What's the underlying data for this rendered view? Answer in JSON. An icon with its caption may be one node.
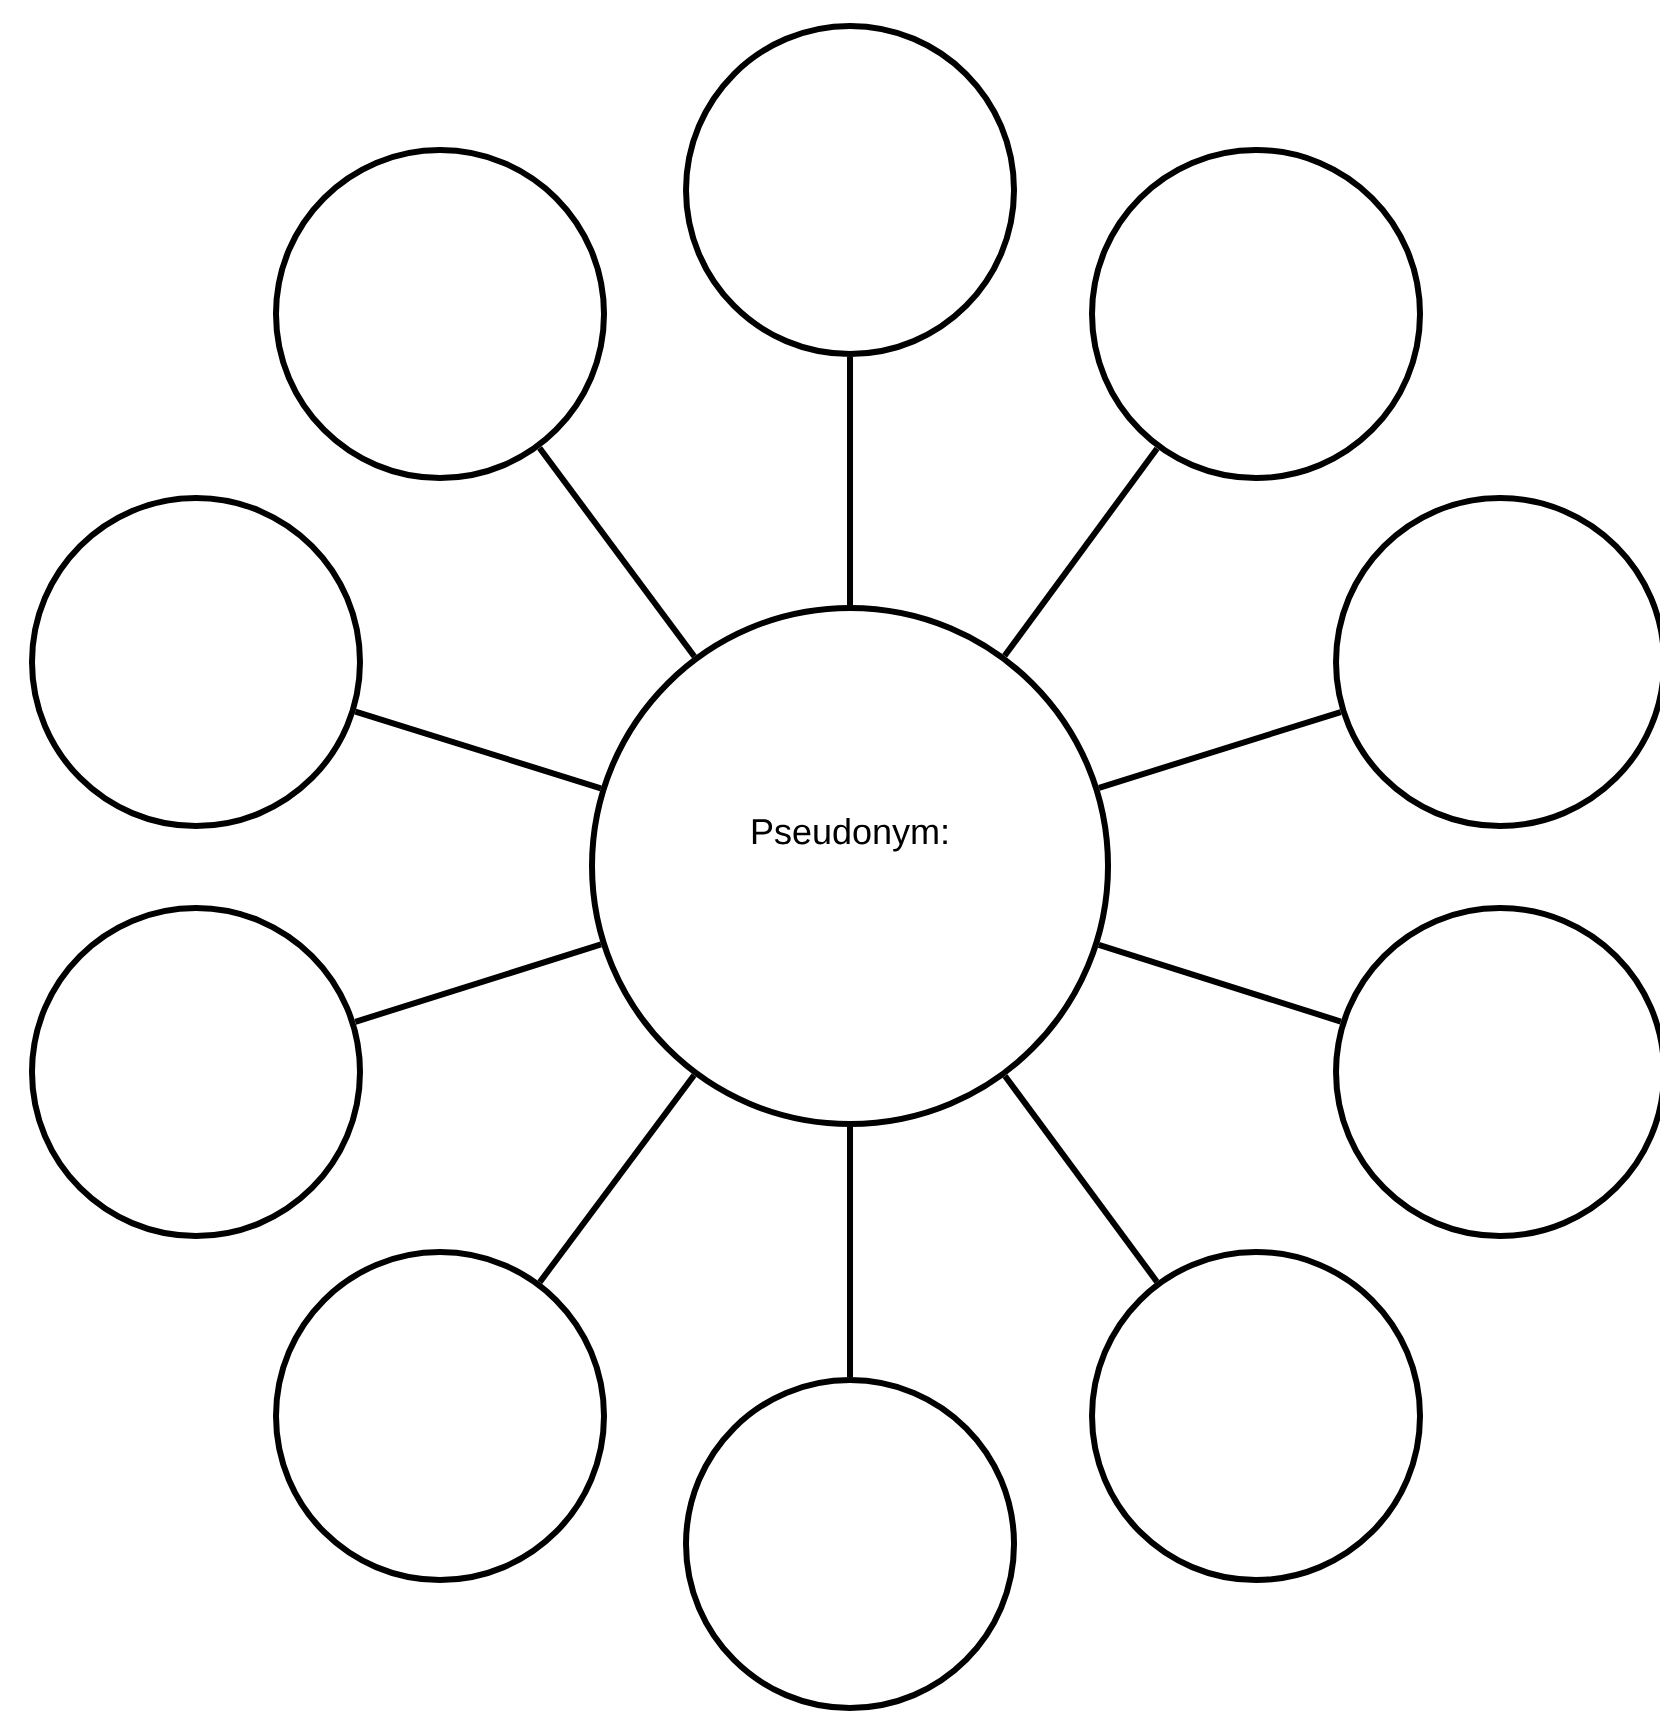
{
  "diagram": {
    "nodes": [
      {
        "text": [
          "Pseudonym:"
        ]
      },
      {
        "text": [],
        "shape": "circle"
      },
      {
        "text": [],
        "shape": "circle"
      },
      {
        "text": [],
        "shape": "circle"
      },
      {
        "text": [],
        "shape": "circle"
      },
      {
        "text": [],
        "shape": "circle"
      },
      {
        "text": [],
        "shape": "circle"
      },
      {
        "text": [],
        "shape": "circle"
      },
      {
        "text": [],
        "shape": "circle"
      },
      {
        "text": [],
        "shape": "circle"
      },
      {
        "text": [],
        "shape": "circle"
      }
    ],
    "edges": [
      {
        "from": 0,
        "to": 1,
        "arrow": "none"
      },
      {
        "from": 0,
        "to": 2,
        "arrow": "none"
      },
      {
        "from": 0,
        "to": 3,
        "arrow": "none"
      },
      {
        "from": 0,
        "to": 4,
        "arrow": "none"
      },
      {
        "from": 0,
        "to": 5,
        "arrow": "none"
      },
      {
        "from": 0,
        "to": 6,
        "arrow": "none"
      },
      {
        "from": 0,
        "to": 7,
        "arrow": "none"
      },
      {
        "from": 0,
        "to": 8,
        "arrow": "none"
      },
      {
        "from": 0,
        "to": 9,
        "arrow": "none"
      },
      {
        "from": 0,
        "to": 10,
        "arrow": "none"
      }
    ]
  }
}
